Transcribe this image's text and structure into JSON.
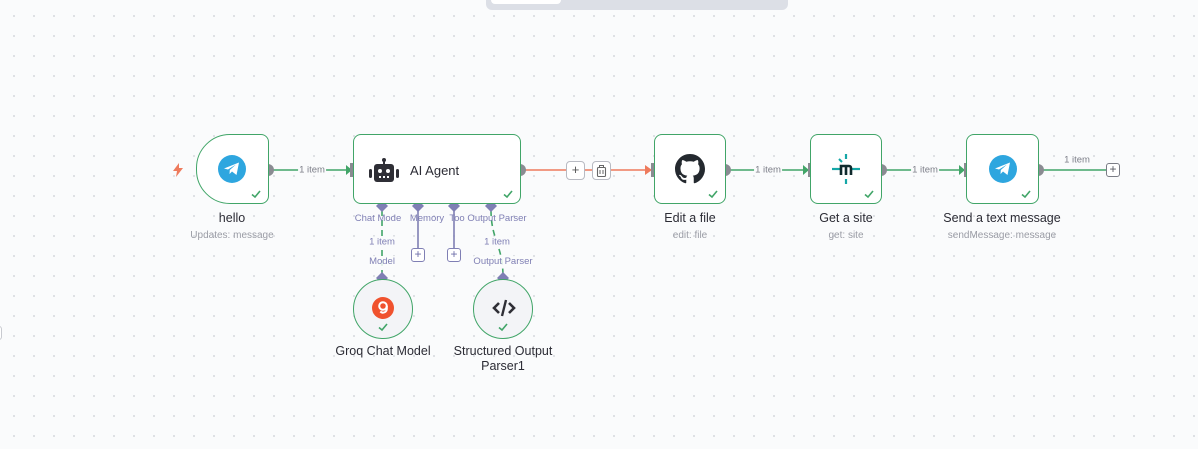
{
  "canvas": {
    "edge_color_success": "#41a568",
    "edge_color_hover": "#ee7b5d",
    "sub_connection_color": "#7f7fb4"
  },
  "nodes": {
    "hello": {
      "title": "hello",
      "subtitle": "Updates: message",
      "icon": "telegram-icon",
      "status": "success"
    },
    "ai_agent": {
      "title": "AI Agent",
      "icon": "robot-icon",
      "status": "success",
      "inputs": {
        "chat_model": "Chat Model",
        "memory": "Memory",
        "tool": "Tool",
        "output_parser": "Output Parser"
      }
    },
    "edit_file": {
      "title": "Edit a file",
      "subtitle": "edit: file",
      "icon": "github-icon",
      "status": "success"
    },
    "get_site": {
      "title": "Get a site",
      "subtitle": "get: site",
      "icon": "netlify-icon",
      "status": "success"
    },
    "send_message": {
      "title": "Send a text message",
      "subtitle": "sendMessage: message",
      "icon": "telegram-icon",
      "status": "success"
    },
    "groq": {
      "title": "Groq Chat Model",
      "icon": "groq-icon",
      "status": "success"
    },
    "parser": {
      "title": "Structured Output Parser1",
      "title_line1": "Structured Output",
      "title_line2": "Parser1",
      "icon": "code-icon",
      "status": "success"
    }
  },
  "edges": {
    "hello_to_agent": "1 item",
    "edit_to_get": "1 item",
    "get_to_send": "1 item",
    "send_output": "1 item",
    "model_to_agent": "1 item",
    "parser_to_agent": "1 item"
  },
  "sub_ports": {
    "chat_model_trunc": "Chat Mode",
    "memory": "Memory",
    "tool_trunc": "Too",
    "output_parser": "Output Parser",
    "model_target": "Model",
    "parser_target": "Output Parser"
  },
  "edge_toolbar": {
    "add": "+",
    "delete": "delete"
  },
  "add_buttons": {
    "memory": "+",
    "tool": "+",
    "end": "+"
  }
}
